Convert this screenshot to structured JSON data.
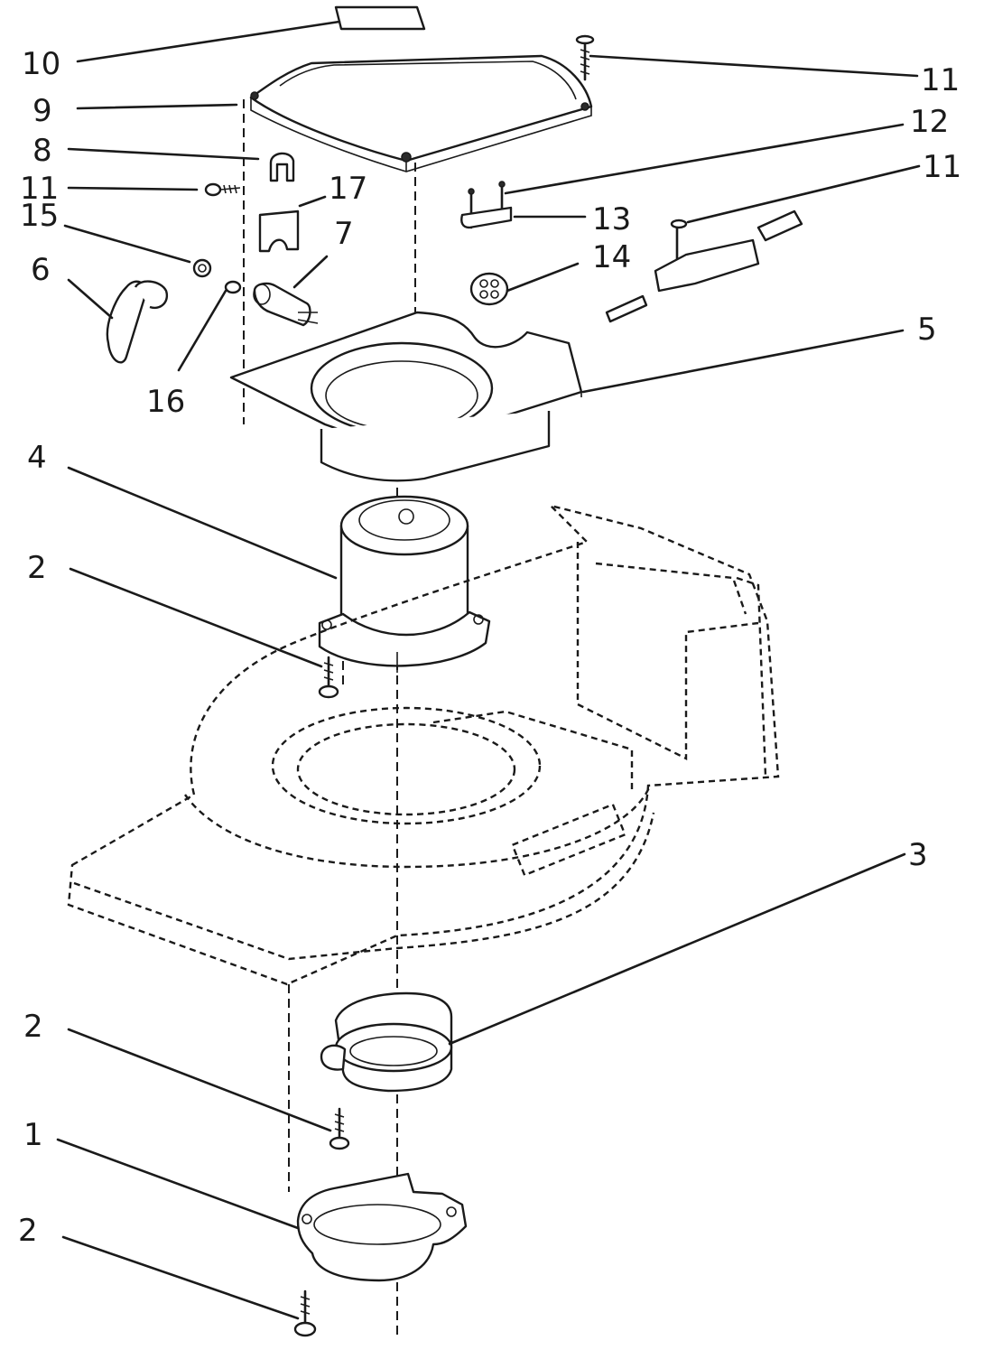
{
  "callouts": [
    {
      "id": "c10",
      "number": "10"
    },
    {
      "id": "c9",
      "number": "9"
    },
    {
      "id": "c8",
      "number": "8"
    },
    {
      "id": "c11a",
      "number": "11"
    },
    {
      "id": "c15",
      "number": "15"
    },
    {
      "id": "c17",
      "number": "17"
    },
    {
      "id": "c7",
      "number": "7"
    },
    {
      "id": "c6",
      "number": "6"
    },
    {
      "id": "c16",
      "number": "16"
    },
    {
      "id": "c11b",
      "number": "11"
    },
    {
      "id": "c12",
      "number": "12"
    },
    {
      "id": "c11c",
      "number": "11"
    },
    {
      "id": "c13",
      "number": "13"
    },
    {
      "id": "c14",
      "number": "14"
    },
    {
      "id": "c5",
      "number": "5"
    },
    {
      "id": "c4",
      "number": "4"
    },
    {
      "id": "c2a",
      "number": "2"
    },
    {
      "id": "c3",
      "number": "3"
    },
    {
      "id": "c2b",
      "number": "2"
    },
    {
      "id": "c1",
      "number": "1"
    },
    {
      "id": "c2c",
      "number": "2"
    }
  ]
}
